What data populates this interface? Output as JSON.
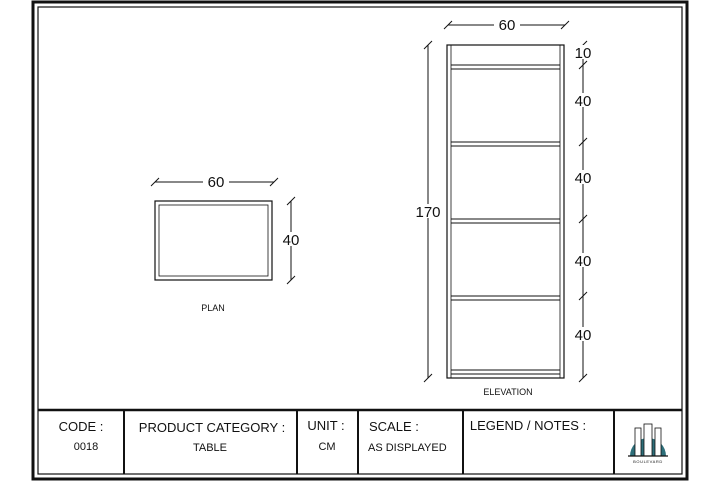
{
  "plan": {
    "label": "PLAN",
    "width_dim": "60",
    "depth_dim": "40"
  },
  "elevation": {
    "label": "ELEVATION",
    "width_dim": "60",
    "height_dim": "170",
    "segments": [
      "10",
      "40",
      "40",
      "40",
      "40"
    ]
  },
  "title_block": {
    "code_label": "CODE :",
    "code_value": "0018",
    "category_label": "PRODUCT CATEGORY :",
    "category_value": "TABLE",
    "unit_label": "UNIT :",
    "unit_value": "CM",
    "scale_label": "SCALE :",
    "scale_value": "AS DISPLAYED",
    "legend_label": "LEGEND / NOTES :",
    "logo_text": "BOULEVARD"
  },
  "colors": {
    "line": "#111111",
    "logo_teal": "#2e6f7a",
    "background": "#ffffff"
  }
}
